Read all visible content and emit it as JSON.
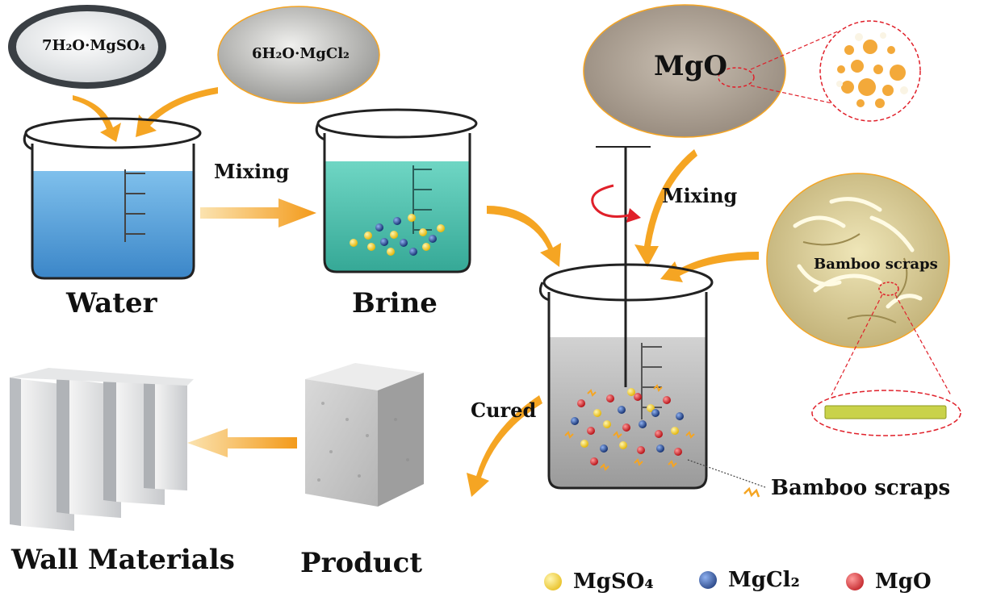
{
  "ingredients": {
    "sulfate_label": "7H₂O·MgSO₄",
    "chloride_label": "6H₂O·MgCl₂",
    "mgo_label": "MgO",
    "bamboo_label": "Bamboo scraps"
  },
  "steps": {
    "water": "Water",
    "brine": "Brine",
    "mixing_1": "Mixing",
    "mixing_2": "Mixing",
    "cured": "Cured",
    "product": "Product",
    "wall": "Wall Materials",
    "bamboo_pointer": "Bamboo scraps"
  },
  "legend": [
    {
      "label": "MgSO₄",
      "color": "#f2cf1c"
    },
    {
      "label": "MgCl₂",
      "color": "#1c3f8c"
    },
    {
      "label": "MgO",
      "color": "#d91f26"
    }
  ],
  "colors": {
    "arrow": "#f5a523",
    "water": "#5aa6dc",
    "brine": "#4fc1b0",
    "slurry": "#b8b8b8",
    "stirrer_arrow": "#e0202a"
  }
}
